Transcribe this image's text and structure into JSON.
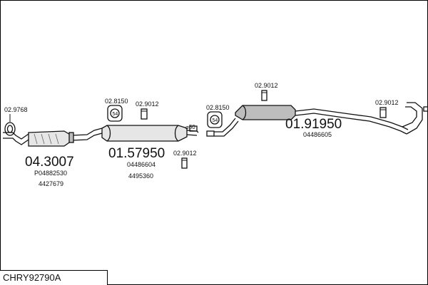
{
  "title": "CHRY92790A",
  "parts": {
    "catalyst": {
      "number": "04.3007",
      "oe1": "P04882530",
      "oe2": "4427679"
    },
    "front_gasket": {
      "number": "02.9768"
    },
    "middle_silencer": {
      "number": "01.57950",
      "oe1": "04486604",
      "oe2": "4495360"
    },
    "mount_a1": {
      "number": "02.8150"
    },
    "clamp_a1": {
      "number": "02.9012"
    },
    "clamp_a2": {
      "number": "02.9012"
    },
    "pipe_diameter": "⌀50",
    "mount_b1": {
      "number": "02.8150"
    },
    "clamp_b1": {
      "number": "02.9012"
    },
    "rear_silencer": {
      "number": "01.91950",
      "oe1": "04486605"
    },
    "clamp_b2": {
      "number": "02.9012"
    },
    "mount_marker_a": "54",
    "mount_marker_b": "54"
  }
}
